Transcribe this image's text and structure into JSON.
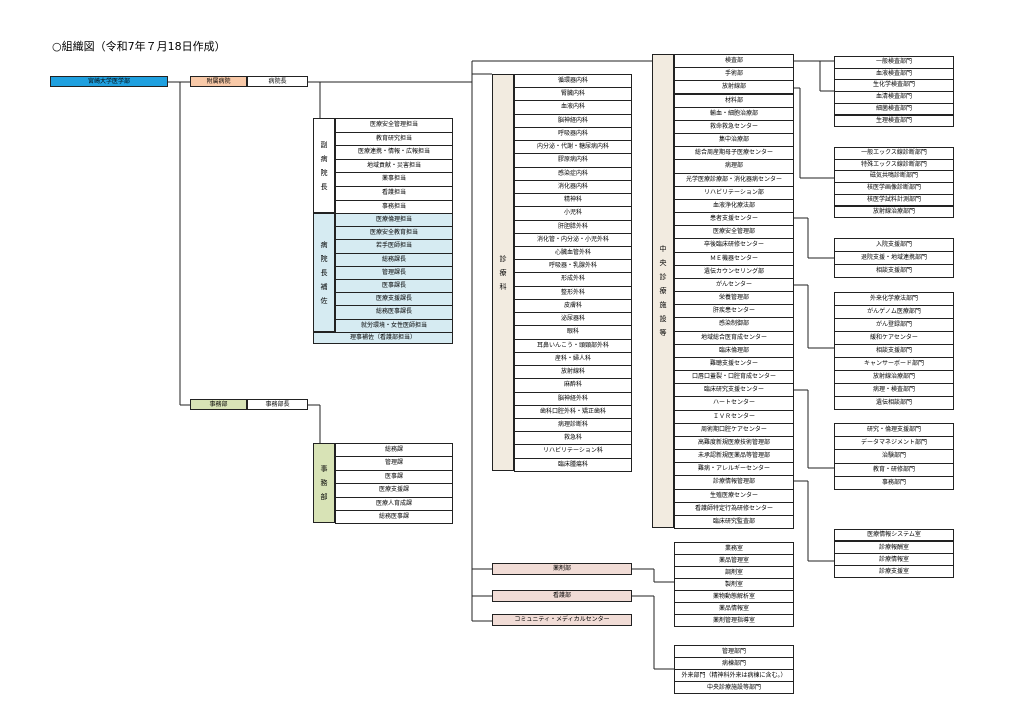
{
  "title": "○組織図（令和7年７月18日作成）",
  "colors": {
    "university": "#1fa0df",
    "hospital": "#f8c9a8",
    "admin": "#d8e3b6",
    "blue_group": "#d6ebf2",
    "pink": "#f1dcd6",
    "beige": "#f2ebe0",
    "line": "#222222"
  },
  "top": {
    "university": "宮崎大学医学部",
    "hospital": "附属病院",
    "director": "病院長",
    "office": "事務部",
    "office_head": "事務部長"
  },
  "vice_director": {
    "label": "副病院長",
    "items": [
      "医療安全管理担当",
      "教育研究担当",
      "医療連携・情報・広報担当",
      "地域貢献・災害担当",
      "薬事担当",
      "看護担当",
      "事務担当"
    ]
  },
  "assistant": {
    "label": "病院長補佐",
    "items": [
      "医療倫理担当",
      "医療安全教育担当",
      "若手医師担当",
      "総務課長",
      "管理課長",
      "医事課長",
      "医療支援課長",
      "総務医事課長",
      "就労環境・女性医師担当"
    ],
    "footer": "理事補佐（看護部担当）"
  },
  "office_section": {
    "label": "事務部",
    "items": [
      "総務課",
      "管理課",
      "医事課",
      "医療支援課",
      "医療人育成課",
      "総務医事課"
    ]
  },
  "clinical": {
    "label": "診療科",
    "items": [
      "循環器内科",
      "腎臓内科",
      "血液内科",
      "脳神経内科",
      "呼吸器内科",
      "内分泌・代謝・糖尿病内科",
      "膠原病内科",
      "感染症内科",
      "消化器内科",
      "精神科",
      "小児科",
      "肝胆膵外科",
      "消化管・内分泌・小児外科",
      "心臓血管外科",
      "呼吸器・乳腺外科",
      "形成外科",
      "整形外科",
      "皮膚科",
      "泌尿器科",
      "眼科",
      "耳鼻いんこう・頭頸部外科",
      "産科・婦人科",
      "放射線科",
      "麻酔科",
      "脳神経外科",
      "歯科口腔外科・矯正歯科",
      "病理診断科",
      "救急科",
      "リハビリテーション科",
      "臨床腫瘍科"
    ]
  },
  "central": {
    "label": "中央診療施設等",
    "items": [
      "検査部",
      "手術部",
      "放射線部",
      "材料部",
      "輸血・細胞治療部",
      "救命救急センター",
      "集中治療部",
      "総合周産期母子医療センター",
      "病理部",
      "光学医療診療部・消化器病センター",
      "リハビリテーション部",
      "血液浄化療法部",
      "患者支援センター",
      "医療安全管理部",
      "卒後臨床研修センター",
      "ＭＥ機器センター",
      "遺伝カウンセリング部",
      "がんセンター",
      "栄養管理部",
      "肝疾患センター",
      "感染制御部",
      "地域総合医育成センター",
      "臨床倫理部",
      "難聴支援センター",
      "口唇口蓋裂・口腔育成センター",
      "臨床研究支援センター",
      "ハートセンター",
      "ＩＶＲセンター",
      "周術期口腔ケアセンター",
      "高難度新規医療技術管理部",
      "未承認新規医薬品等管理部",
      "難病・アレルギーセンター",
      "診療情報管理部",
      "生殖医療センター",
      "看護師特定行為研修センター",
      "臨床研究監査部"
    ]
  },
  "lab_divisions": [
    "一般検査部門",
    "血液検査部門",
    "生化学検査部門",
    "血清検査部門",
    "細菌検査部門",
    "生理検査部門"
  ],
  "radiology_divisions": [
    "一般エックス線診断部門",
    "特殊エックス線診断部門",
    "磁気共鳴診断部門",
    "核医学画像診断部門",
    "核医学試料計測部門",
    "放射線治療部門"
  ],
  "patient_support_divisions": [
    "入院支援部門",
    "退院支援・地域連携部門",
    "相談支援部門"
  ],
  "cancer_divisions": [
    "外来化学療法部門",
    "がんゲノム医療部門",
    "がん登録部門",
    "緩和ケアセンター",
    "相談支援部門",
    "キャンサーボード部門",
    "放射線治療部門",
    "病理・検査部門",
    "遺伝相談部門"
  ],
  "research_divisions": [
    "研究・倫理支援部門",
    "データマネジメント部門",
    "治験部門",
    "教育・研修部門",
    "事務部門"
  ],
  "medical_info": {
    "header": "医療情報システム室",
    "items": [
      "診療報酬室",
      "診療情報室",
      "診療支援室"
    ]
  },
  "pharmacy": {
    "label": "薬剤部",
    "items": [
      "業務室",
      "薬品管理室",
      "調剤室",
      "製剤室",
      "薬物動態解析室",
      "薬品情報室",
      "薬剤管理指導室"
    ]
  },
  "nursing": {
    "label": "看護部",
    "items": [
      "管理部門",
      "病棟部門",
      "外来部門（精神科外来は病棟に含む。）",
      "中央診療施設等部門"
    ]
  },
  "community": "コミュニティ・メディカルセンター"
}
